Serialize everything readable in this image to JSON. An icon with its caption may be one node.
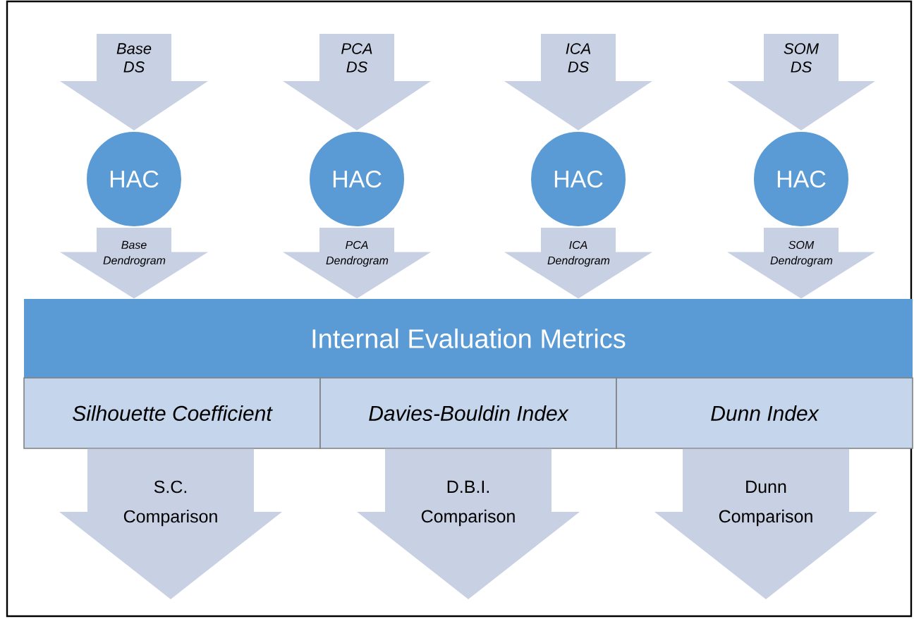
{
  "diagram": {
    "nodes": [
      {
        "text": [
          "HAC"
        ]
      },
      {
        "text": [
          "HAC"
        ]
      },
      {
        "text": [
          "HAC"
        ]
      },
      {
        "text": [
          "HAC"
        ]
      },
      {
        "text": [
          "Internal Evaluation Metrics"
        ]
      },
      {
        "text": [
          "Silhouette Coefficient"
        ]
      },
      {
        "text": [
          "Davies-Bouldin Index"
        ]
      },
      {
        "text": [
          "Dunn Index"
        ]
      }
    ],
    "edges": [
      {
        "from": null,
        "to": 0,
        "arrow": "to",
        "label": "Base DS"
      },
      {
        "from": null,
        "to": 1,
        "arrow": "to",
        "label": "PCA DS"
      },
      {
        "from": null,
        "to": 2,
        "arrow": "to",
        "label": "ICA DS"
      },
      {
        "from": null,
        "to": 3,
        "arrow": "to",
        "label": "SOM DS"
      },
      {
        "from": 0,
        "to": 4,
        "arrow": "to",
        "label": "Base Dendrogram"
      },
      {
        "from": 1,
        "to": 4,
        "arrow": "to",
        "label": "PCA Dendrogram"
      },
      {
        "from": 2,
        "to": 4,
        "arrow": "to",
        "label": "ICA Dendrogram"
      },
      {
        "from": 3,
        "to": 4,
        "arrow": "to",
        "label": "SOM Dendrogram"
      },
      {
        "from": 5,
        "to": null,
        "arrow": "to",
        "label": "S.C. Comparison"
      },
      {
        "from": 6,
        "to": null,
        "arrow": "to",
        "label": "D.B.I. Comparison"
      },
      {
        "from": 7,
        "to": null,
        "arrow": "to",
        "label": "Dunn Comparison"
      }
    ]
  }
}
